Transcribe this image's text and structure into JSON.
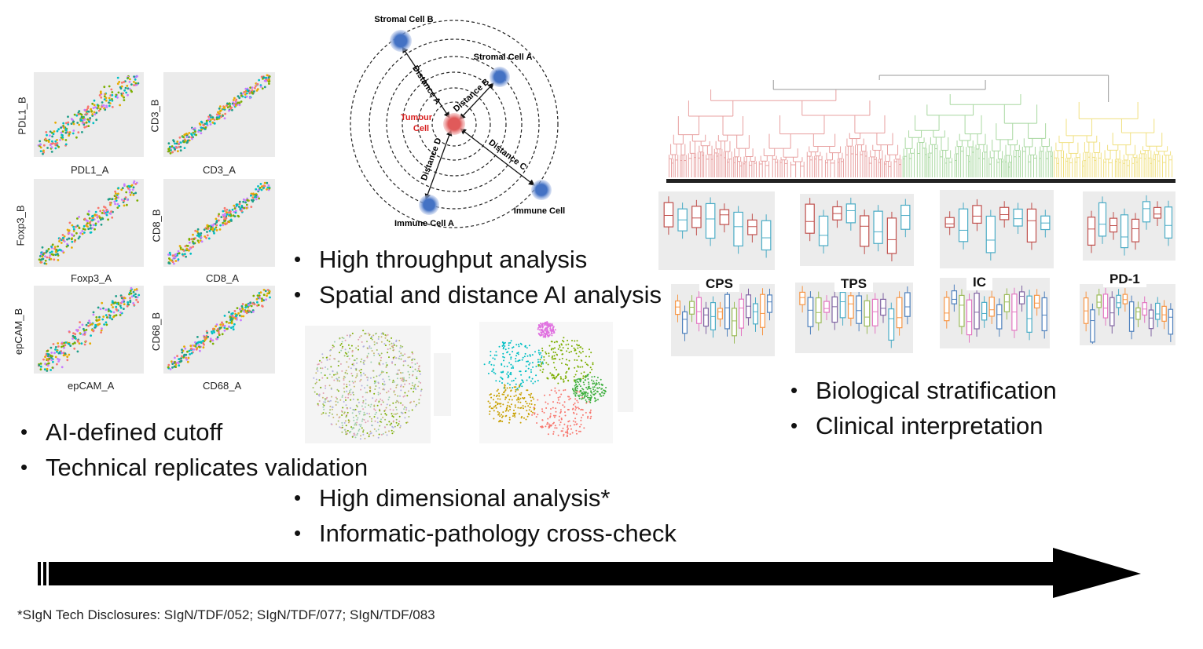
{
  "scatter_grid": {
    "panels": [
      {
        "xlabel": "PDL1_A",
        "ylabel": "PDL1_B"
      },
      {
        "xlabel": "CD3_A",
        "ylabel": "CD3_B"
      },
      {
        "xlabel": "Foxp3_A",
        "ylabel": "Foxp3_B"
      },
      {
        "xlabel": "CD8_A",
        "ylabel": "CD8_B"
      },
      {
        "xlabel": "epCAM_A",
        "ylabel": "epCAM_B"
      },
      {
        "xlabel": "CD68_A",
        "ylabel": "CD68_B"
      }
    ],
    "point_colors": [
      "#f8766d",
      "#7cae00",
      "#00bfc4",
      "#c77cff",
      "#e6ab02",
      "#1f9e89"
    ]
  },
  "spatial_diagram": {
    "center_label": "Tumour Cell",
    "center_color": "#e05a5a",
    "node_color": "#4472c4",
    "nodes": [
      {
        "label": "Stromal Cell B"
      },
      {
        "label": "Stromal Cell A"
      },
      {
        "label": "Immune Cell A"
      },
      {
        "label": "Immune Cell B"
      }
    ],
    "distances": [
      "Distance A",
      "Distance B",
      "Distance C",
      "Distance D"
    ]
  },
  "bullets_left": [
    "AI-defined cutoff",
    "Technical replicates validation"
  ],
  "bullets_middle_top": [
    "High throughput analysis",
    "Spatial and distance AI analysis"
  ],
  "bullets_middle_bottom": [
    "High dimensional analysis*",
    "Informatic-pathology cross-check"
  ],
  "bullets_right": [
    "Biological stratification",
    "Clinical interpretation"
  ],
  "boxplot_groups": [
    {
      "label": "CPS"
    },
    {
      "label": "TPS"
    },
    {
      "label": "IC"
    },
    {
      "label": "PD-1"
    }
  ],
  "dendrogram_colors": [
    "#e8a0a0",
    "#a8d8a0",
    "#f0e080"
  ],
  "footnote": "*SIgN Tech Disclosures: SIgN/TDF/052; SIgN/TDF/077; SIgN/TDF/083"
}
